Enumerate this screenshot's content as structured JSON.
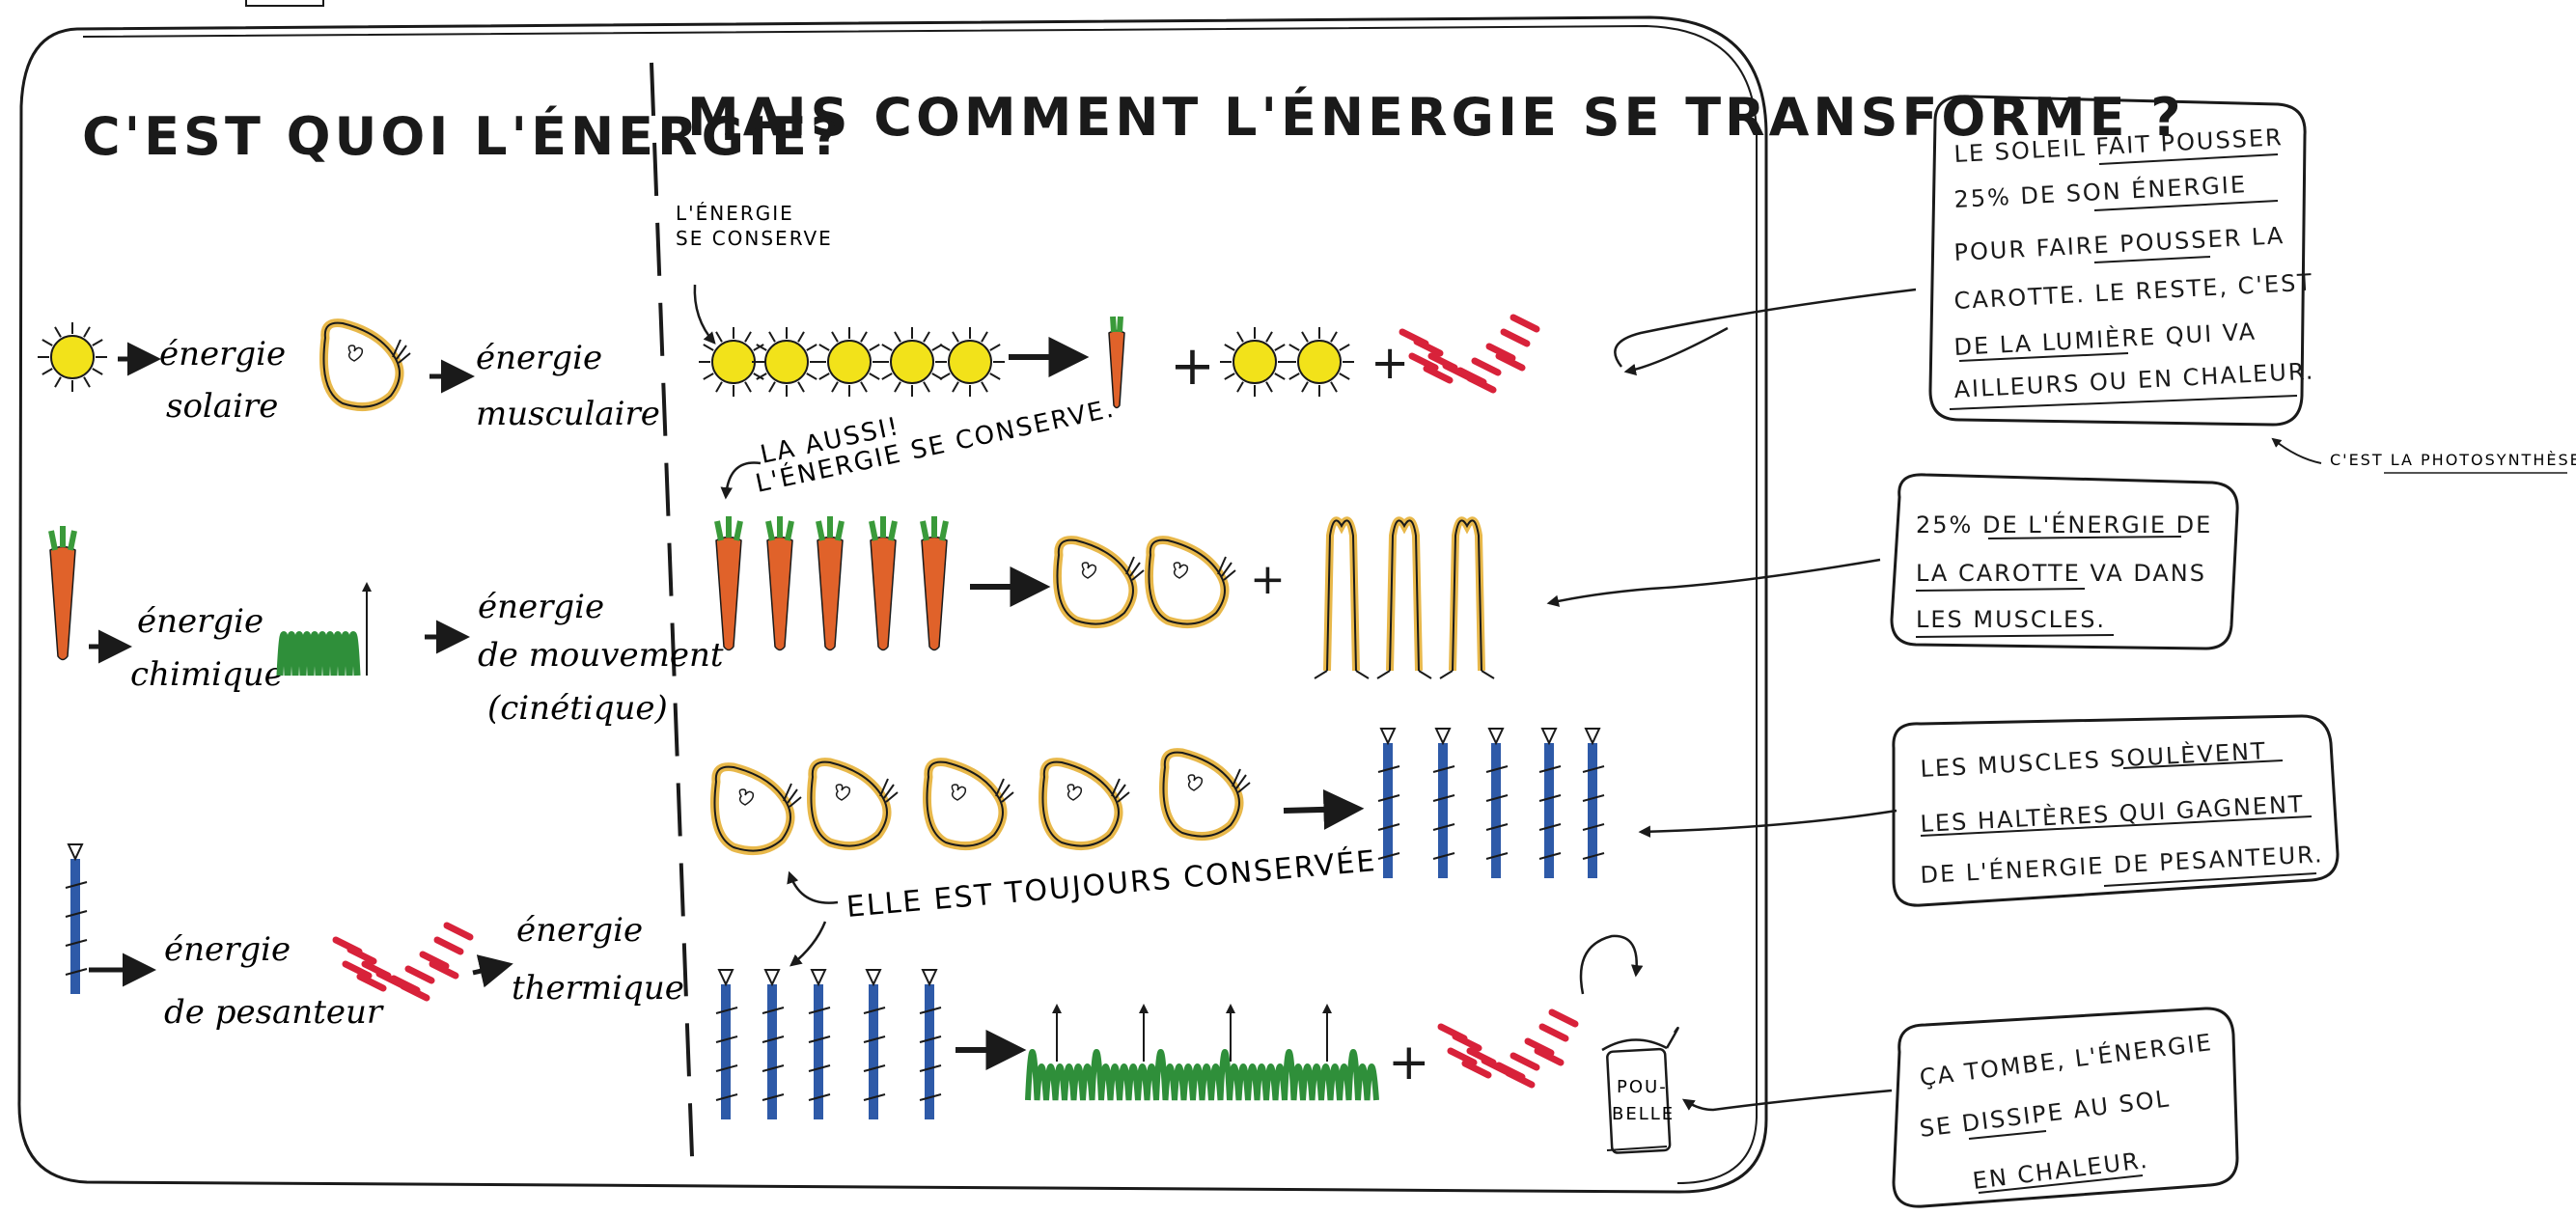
{
  "left": {
    "title": "C'EST QUOI L'ÉNERGIE?",
    "items": [
      {
        "l1": "énergie",
        "l2": "solaire"
      },
      {
        "l1": "énergie",
        "l2": "musculaire"
      },
      {
        "l1": "énergie",
        "l2": "chimique"
      },
      {
        "l1": "énergie",
        "l2": "de mouvement",
        "l3": "(cinétique)"
      },
      {
        "l1": "énergie",
        "l2": "de pesanteur"
      },
      {
        "l1": "énergie",
        "l2": "thermique"
      }
    ]
  },
  "right": {
    "title": "MAIS COMMENT L'ÉNERGIE SE TRANSFORME ?",
    "note1": {
      "l1": "L'ÉNERGIE",
      "l2": "SE CONSERVE"
    },
    "note2": {
      "l1": "LA AUSSI!",
      "l2": "L'ÉNERGIE SE CONSERVE."
    },
    "note3": "ELLE EST TOUJOURS CONSERVÉE",
    "bin": {
      "l1": "POU-",
      "l2": "BELLE"
    }
  },
  "notes": [
    {
      "lines": [
        "LE SOLEIL FAIT POUSSER",
        "25% DE SON ÉNERGIE",
        "POUR FAIRE POUSSER LA",
        "CAROTTE. LE RESTE, C'EST",
        "DE LA LUMIÈRE QUI VA",
        "AILLEURS OU EN CHALEUR."
      ]
    },
    {
      "lines": [
        "25% DE L'ÉNERGIE DE",
        "LA CAROTTE VA DANS",
        "LES MUSCLES."
      ]
    },
    {
      "lines": [
        "LES MUSCLES SOULÈVENT",
        "LES HALTÈRES QUI GAGNENT",
        "DE L'ÉNERGIE DE PESANTEUR."
      ]
    },
    {
      "lines": [
        "ÇA TOMBE, L'ÉNERGIE",
        "SE DISSIPE AU SOL",
        "EN CHALEUR."
      ]
    }
  ],
  "photosynthese": "C'EST LA PHOTOSYNTHÈSE",
  "colors": {
    "ink": "#1a1a1a",
    "sun": "#f2e21a",
    "carrot": "#e0622a",
    "leaf": "#3a9a3a",
    "muscle": "#e8b84a",
    "blue": "#2e5aa8",
    "green": "#2f8f3a",
    "red": "#d8223a"
  },
  "icons": [
    "sun-icon",
    "muscle-icon",
    "carrot-icon",
    "spring-icon",
    "weight-icon",
    "heat-icon",
    "bin-icon",
    "arrow-icon"
  ]
}
